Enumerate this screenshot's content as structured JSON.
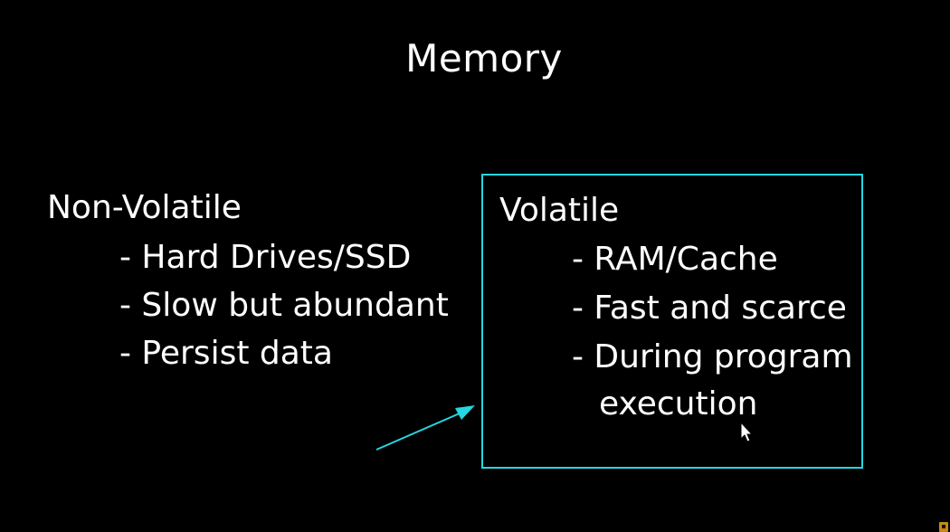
{
  "slide": {
    "title": "Memory",
    "non_volatile": {
      "heading": "Non-Volatile",
      "items": [
        "- Hard Drives/SSD",
        "- Slow but abundant",
        "- Persist data"
      ]
    },
    "volatile": {
      "heading": "Volatile",
      "items": [
        "- RAM/Cache",
        "- Fast and scarce",
        "- During program",
        "execution"
      ]
    }
  },
  "colors": {
    "background": "#000000",
    "text": "#ffffff",
    "highlight": "#25d7e1"
  },
  "icons": {
    "pointer": "mouse-cursor-icon",
    "annotation": "annotation-arrow-icon"
  }
}
